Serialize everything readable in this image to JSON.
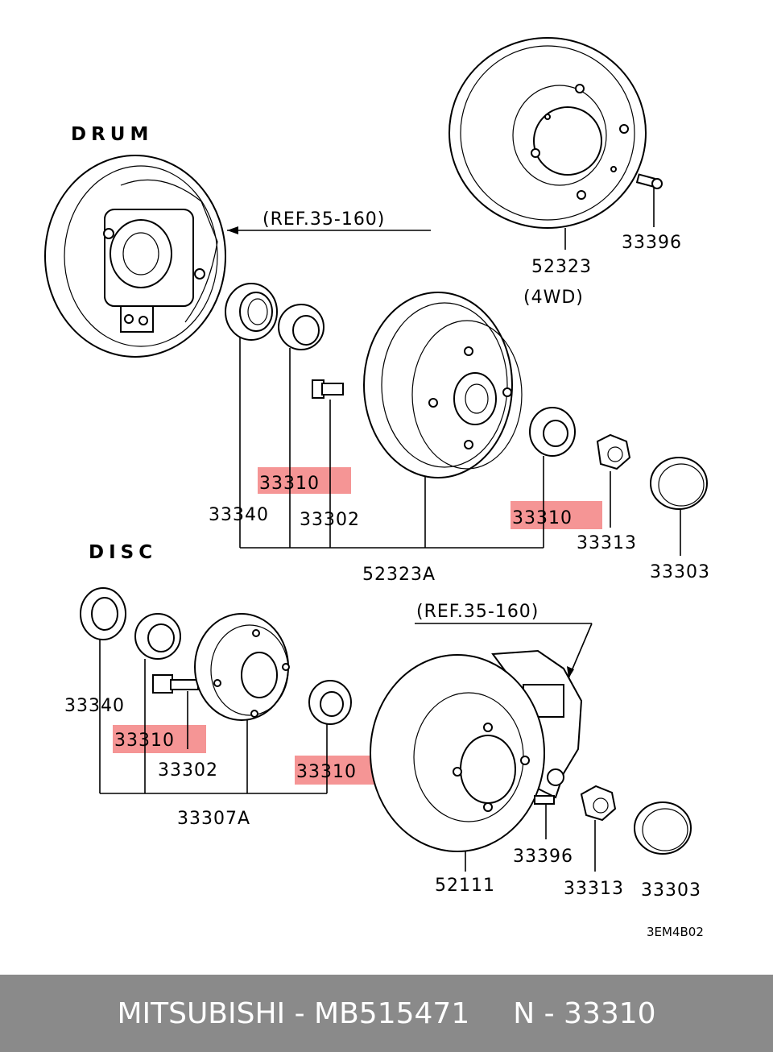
{
  "sections": {
    "drum": "DRUM",
    "disc": "DISC"
  },
  "refs": {
    "drum_ref": "(REF.35-160)",
    "disc_ref": "(REF.35-160)"
  },
  "labels": {
    "drum_52323": "52323",
    "drum_4wd": "(4WD)",
    "drum_33396": "33396",
    "drum_33340": "33340",
    "drum_33302": "33302",
    "drum_33310_a": "33310",
    "drum_33310_b": "33310",
    "drum_33313": "33313",
    "drum_33303": "33303",
    "drum_52323A": "52323A",
    "disc_33340": "33340",
    "disc_33310_a": "33310",
    "disc_33302": "33302",
    "disc_33310_b": "33310",
    "disc_33307A": "33307A",
    "disc_52111": "52111",
    "disc_33396": "33396",
    "disc_33313": "33313",
    "disc_33303": "33303"
  },
  "diagram_code": "3EM4B02",
  "highlight_color": "#f27b7b",
  "footer": {
    "brand": "MITSUBISHI - MB515471",
    "part_ref": "N - 33310"
  }
}
